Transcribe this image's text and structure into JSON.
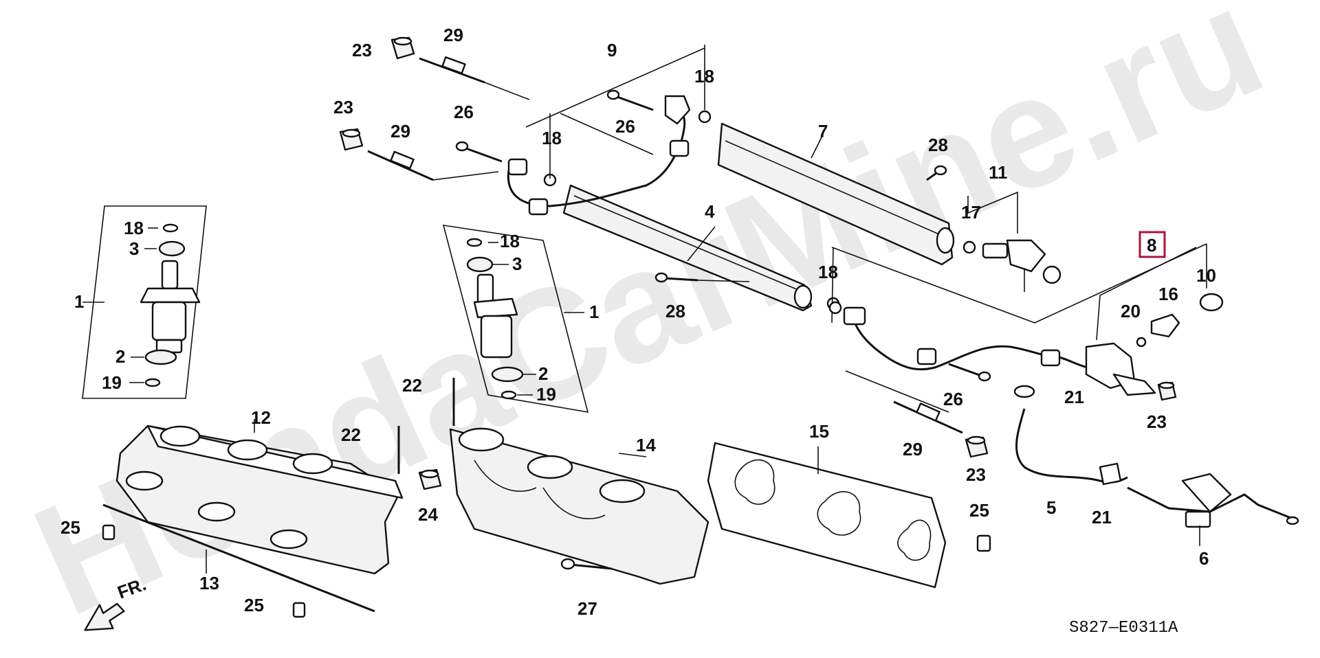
{
  "diagram": {
    "watermark": "HondaCarMine.ru",
    "diagram_code": "S827—E0311A",
    "front_arrow_label": "FR.",
    "highlighted_part": "8",
    "colors": {
      "line": "#111111",
      "highlight": "#b0103a",
      "watermark": "#e9e9e9"
    },
    "callouts": {
      "c1a": "1",
      "c1b": "1",
      "c2a": "2",
      "c2b": "2",
      "c3a": "3",
      "c3b": "3",
      "c4": "4",
      "c5": "5",
      "c6": "6",
      "c7": "7",
      "c8": "8",
      "c9": "9",
      "c10": "10",
      "c11": "11",
      "c12": "12",
      "c13": "13",
      "c14": "14",
      "c15": "15",
      "c16": "16",
      "c17": "17",
      "c18a": "18",
      "c18b": "18",
      "c18c": "18",
      "c18d": "18",
      "c18e": "18",
      "c19a": "19",
      "c19b": "19",
      "c20": "20",
      "c21a": "21",
      "c21b": "21",
      "c22a": "22",
      "c22b": "22",
      "c23a": "23",
      "c23b": "23",
      "c23c": "23",
      "c23d": "23",
      "c24": "24",
      "c25a": "25",
      "c25b": "25",
      "c25c": "25",
      "c26a": "26",
      "c26b": "26",
      "c26c": "26",
      "c27": "27",
      "c28a": "28",
      "c28b": "28",
      "c29a": "29",
      "c29b": "29",
      "c29c": "29"
    }
  }
}
